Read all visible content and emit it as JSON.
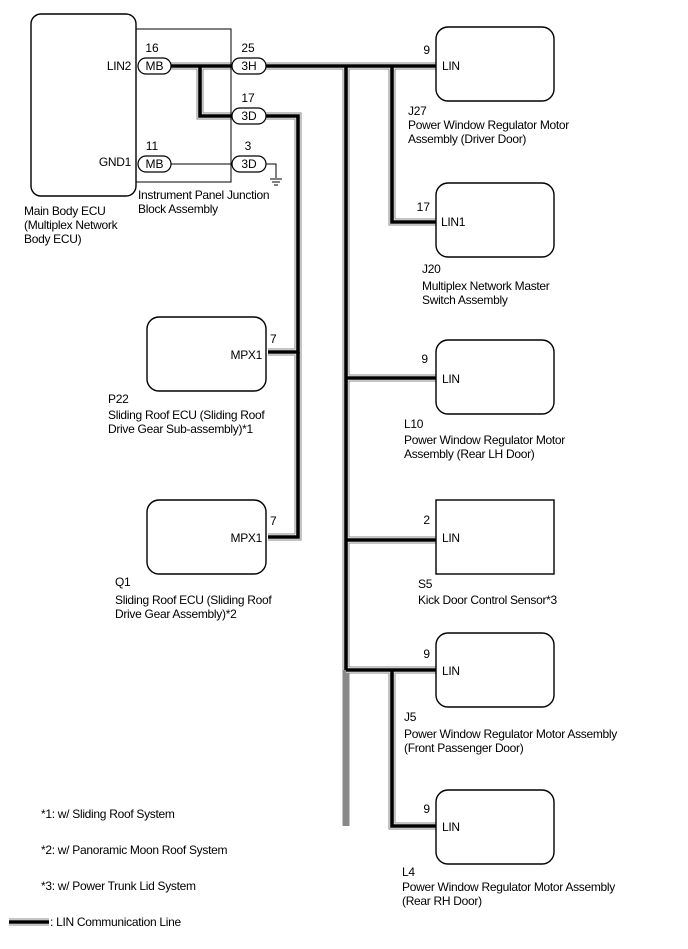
{
  "main_ecu": {
    "name_lines": [
      "Main Body ECU",
      "(Multiplex Network",
      "Body ECU)"
    ],
    "terminals": [
      {
        "name": "LIN2",
        "pin": "16",
        "connector": "MB"
      },
      {
        "name": "GND1",
        "pin": "11",
        "connector": "MB"
      }
    ]
  },
  "junction_block": {
    "name_lines": [
      "Instrument Panel Junction",
      "Block Assembly"
    ],
    "connectors": [
      {
        "pin": "25",
        "connector": "3H"
      },
      {
        "pin": "17",
        "connector": "3D"
      },
      {
        "pin": "3",
        "connector": "3D"
      }
    ]
  },
  "components": [
    {
      "id": "J27",
      "terminal": "LIN",
      "pin": "9",
      "name_lines": [
        "Power Window Regulator Motor",
        "Assembly (Driver Door)"
      ]
    },
    {
      "id": "J20",
      "terminal": "LIN1",
      "pin": "17",
      "name_lines": [
        "Multiplex Network Master",
        "Switch Assembly"
      ]
    },
    {
      "id": "P22",
      "terminal": "MPX1",
      "pin": "7",
      "name_lines": [
        "Sliding Roof ECU (Sliding Roof",
        "Drive Gear Sub-assembly)*1"
      ]
    },
    {
      "id": "L10",
      "terminal": "LIN",
      "pin": "9",
      "name_lines": [
        "Power Window Regulator Motor",
        "Assembly (Rear LH Door)"
      ]
    },
    {
      "id": "Q1",
      "terminal": "MPX1",
      "pin": "7",
      "name_lines": [
        "Sliding Roof ECU (Sliding Roof",
        "Drive Gear Assembly)*2"
      ]
    },
    {
      "id": "S5",
      "terminal": "LIN",
      "pin": "2",
      "name_lines": [
        "Kick Door Control Sensor*3"
      ]
    },
    {
      "id": "J5",
      "terminal": "LIN",
      "pin": "9",
      "name_lines": [
        "Power Window Regulator Motor Assembly",
        "(Front Passenger Door)"
      ]
    },
    {
      "id": "L4",
      "terminal": "LIN",
      "pin": "9",
      "name_lines": [
        "Power Window Regulator Motor Assembly",
        "(Rear RH Door)"
      ]
    }
  ],
  "notes": [
    "*1: w/ Sliding Roof System",
    "*2: w/ Panoramic Moon Roof System",
    "*3: w/ Power Trunk Lid System"
  ],
  "legend": {
    "label": ": LIN Communication Line"
  },
  "colors": {
    "wire_core": "#000000",
    "wire_outline": "#888888",
    "background": "#ffffff"
  }
}
